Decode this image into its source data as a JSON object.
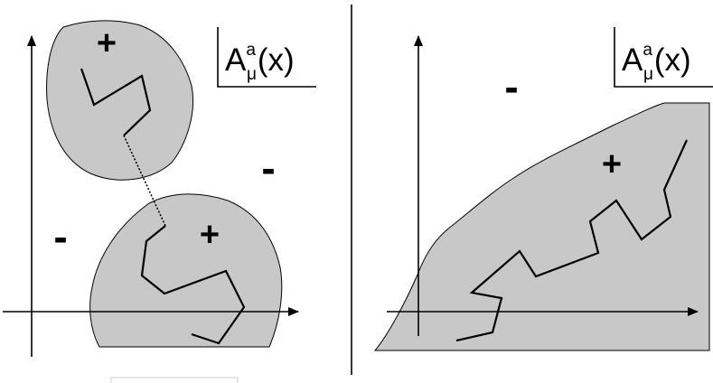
{
  "left_panel": {
    "field_label": {
      "main": "A",
      "superscript": "a",
      "subscript": "μ",
      "argument": "(x)"
    },
    "signs": {
      "top_blob": "+",
      "bottom_blob": "+",
      "left_region": "-",
      "right_region": "-"
    }
  },
  "right_panel": {
    "field_label": {
      "main": "A",
      "superscript": "a",
      "subscript": "μ",
      "argument": "(x)"
    },
    "signs": {
      "upper_region": "-",
      "shaded_region": "+"
    }
  },
  "colors": {
    "shaded_region": "#c8c8c8",
    "lines": "#000000",
    "divider": "#000000"
  }
}
